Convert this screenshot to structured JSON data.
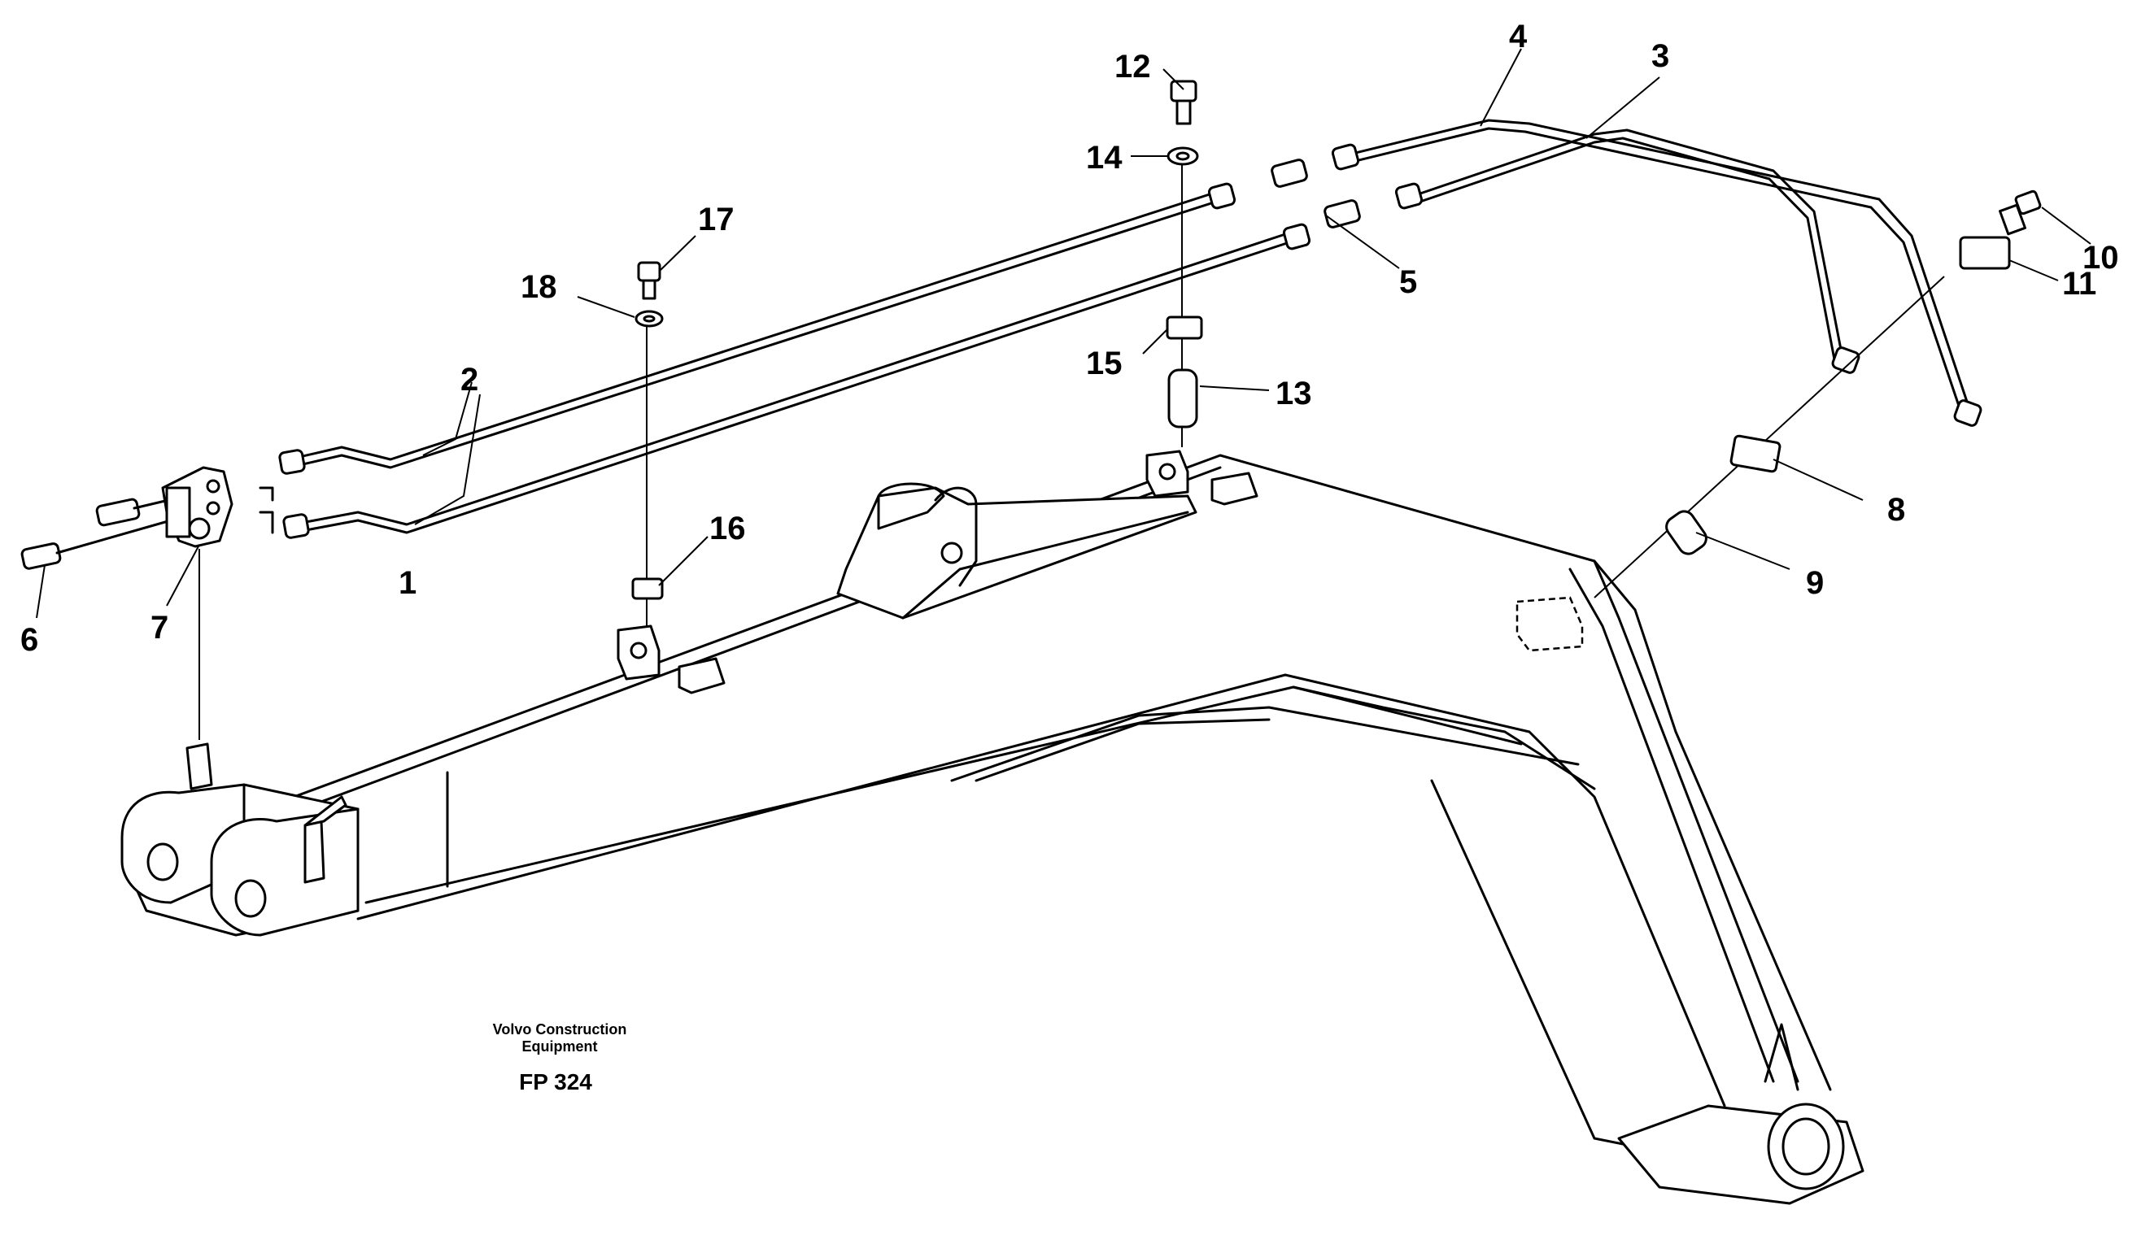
{
  "diagram": {
    "part_labels": [
      {
        "id": "label-1",
        "text": "1"
      },
      {
        "id": "label-2",
        "text": "2"
      },
      {
        "id": "label-3",
        "text": "3"
      },
      {
        "id": "label-4",
        "text": "4"
      },
      {
        "id": "label-5",
        "text": "5"
      },
      {
        "id": "label-6",
        "text": "6"
      },
      {
        "id": "label-7",
        "text": "7"
      },
      {
        "id": "label-8",
        "text": "8"
      },
      {
        "id": "label-9",
        "text": "9"
      },
      {
        "id": "label-10",
        "text": "10"
      },
      {
        "id": "label-11",
        "text": "11"
      },
      {
        "id": "label-12",
        "text": "12"
      },
      {
        "id": "label-13",
        "text": "13"
      },
      {
        "id": "label-14",
        "text": "14"
      },
      {
        "id": "label-15",
        "text": "15"
      },
      {
        "id": "label-16",
        "text": "16"
      },
      {
        "id": "label-17",
        "text": "17"
      },
      {
        "id": "label-18",
        "text": "18"
      }
    ],
    "footer": {
      "company_line1": "Volvo Construction",
      "company_line2": "Equipment",
      "code": "FP 324"
    }
  }
}
